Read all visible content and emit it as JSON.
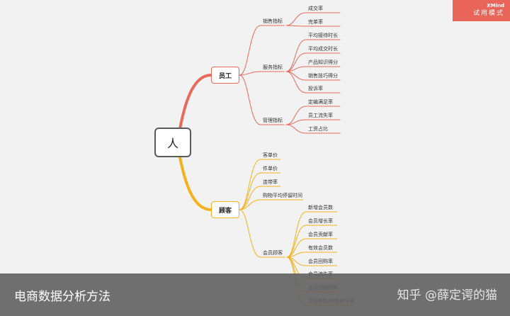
{
  "badge": {
    "brand": "XMind",
    "mode": "试用模式"
  },
  "mindmap": {
    "root": "人",
    "branches": [
      {
        "label": "员工",
        "color": "#e86a5a",
        "groups": [
          {
            "label": "销售指标",
            "items": [
              "成交率",
              "完单率"
            ]
          },
          {
            "label": "服务指标",
            "items": [
              "平均接待时长",
              "平均成交时长",
              "产品知识得分",
              "销售技巧得分",
              "投诉率"
            ]
          },
          {
            "label": "管理指标",
            "items": [
              "定编满足率",
              "员工流失率",
              "工资占比"
            ]
          }
        ]
      },
      {
        "label": "顾客",
        "color": "#f3b21b",
        "direct": [
          "客单价",
          "件单价",
          "连带率",
          "购物平均停留时间"
        ],
        "groups": [
          {
            "label": "会员顾客",
            "items": [
              "新增会员数",
              "会员增长率",
              "会员贡献率",
              "有效会员数",
              "会员回购率",
              "会员流失率",
              "会员回购频率",
              "平均年龄/年龄段分布"
            ]
          }
        ]
      }
    ]
  },
  "caption": {
    "title": "电商数据分析方法",
    "watermark": "知乎 @薛定谔的猫"
  }
}
